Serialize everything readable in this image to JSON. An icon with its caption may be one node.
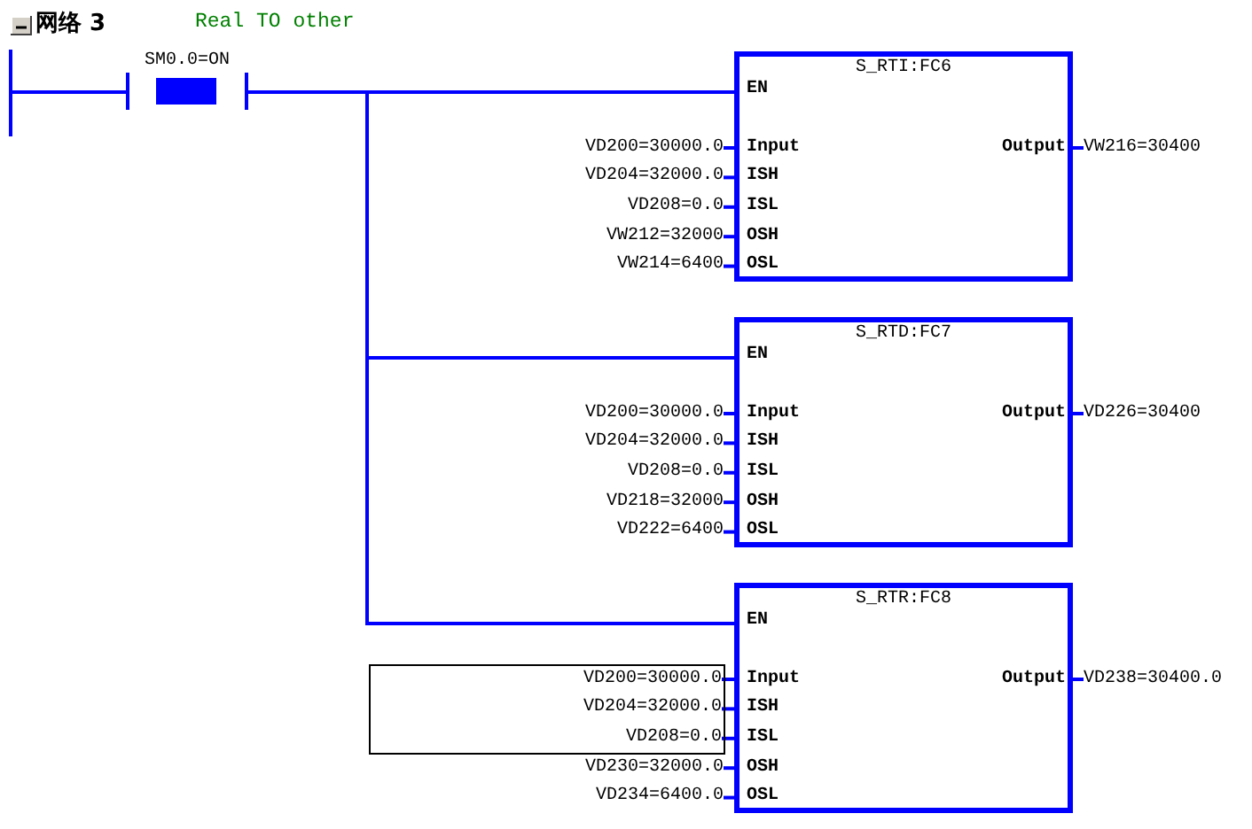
{
  "diagram": {
    "title": "网络 3",
    "nodes": [
      {
        "text": [],
        "shape": "bar"
      },
      {
        "text": [
          "SM0.0=ON"
        ]
      },
      {
        "text": [
          "S_RTI:FC6",
          "EN",
          "Input",
          "ISH",
          "ISL",
          "OSH",
          "OSL",
          "Output"
        ]
      },
      {
        "text": [
          "VD200=30000.0"
        ]
      },
      {
        "text": [
          "VD204=32000.0"
        ]
      },
      {
        "text": [
          "VD208=0.0"
        ]
      },
      {
        "text": [
          "VW212=32000"
        ]
      },
      {
        "text": [
          "VW214=6400"
        ]
      },
      {
        "text": [
          "VW216=30400"
        ]
      },
      {
        "text": [
          "S_RTD:FC7",
          "EN",
          "Input",
          "ISH",
          "ISL",
          "OSH",
          "OSL",
          "Output"
        ]
      },
      {
        "text": [
          "VD200=30000.0"
        ]
      },
      {
        "text": [
          "VD204=32000.0"
        ]
      },
      {
        "text": [
          "VD208=0.0"
        ]
      },
      {
        "text": [
          "VD218=32000"
        ]
      },
      {
        "text": [
          "VD222=6400"
        ]
      },
      {
        "text": [
          "VD226=30400"
        ]
      },
      {
        "text": [
          "S_RTR:FC8",
          "EN",
          "Input",
          "ISH",
          "ISL",
          "OSH",
          "OSL",
          "Output"
        ]
      },
      {
        "text": [],
        "shape": "box"
      },
      {
        "text": [
          "VD200=30000.0"
        ],
        "in": 17
      },
      {
        "text": [
          "VD204=32000.0"
        ],
        "in": 17
      },
      {
        "text": [
          "VD208=0.0"
        ],
        "in": 17
      },
      {
        "text": [
          "VD230=32000.0"
        ]
      },
      {
        "text": [
          "VD234=6400.0"
        ]
      },
      {
        "text": [
          "VD238=30400.0"
        ]
      }
    ],
    "edges": [
      {
        "from": 0,
        "to": 1,
        "arrow": "none"
      },
      {
        "from": 1,
        "to": 2,
        "arrow": "none"
      },
      {
        "from": 1,
        "to": 9,
        "arrow": "none"
      },
      {
        "from": 1,
        "to": 16,
        "arrow": "none"
      },
      {
        "from": 3,
        "to": 2,
        "arrow": "none"
      },
      {
        "from": 4,
        "to": 2,
        "arrow": "none"
      },
      {
        "from": 5,
        "to": 2,
        "arrow": "none"
      },
      {
        "from": 6,
        "to": 2,
        "arrow": "none"
      },
      {
        "from": 7,
        "to": 2,
        "arrow": "none"
      },
      {
        "from": 2,
        "to": 8,
        "arrow": "none"
      },
      {
        "from": 10,
        "to": 9,
        "arrow": "none"
      },
      {
        "from": 11,
        "to": 9,
        "arrow": "none"
      },
      {
        "from": 12,
        "to": 9,
        "arrow": "none"
      },
      {
        "from": 13,
        "to": 9,
        "arrow": "none"
      },
      {
        "from": 14,
        "to": 9,
        "arrow": "none"
      },
      {
        "from": 9,
        "to": 15,
        "arrow": "none"
      },
      {
        "from": 18,
        "to": 16,
        "arrow": "none"
      },
      {
        "from": 19,
        "to": 16,
        "arrow": "none"
      },
      {
        "from": 20,
        "to": 16,
        "arrow": "none"
      },
      {
        "from": 21,
        "to": 16,
        "arrow": "none"
      },
      {
        "from": 22,
        "to": 16,
        "arrow": "none"
      },
      {
        "from": 16,
        "to": 23,
        "arrow": "none"
      }
    ],
    "labels": [
      "Real TO other"
    ]
  }
}
